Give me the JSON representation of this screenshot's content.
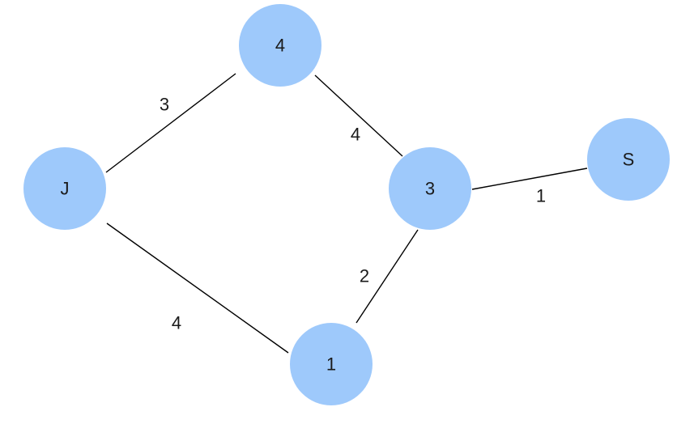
{
  "colors": {
    "node_fill": "#9ec9fb",
    "edge": "#000000",
    "text": "#1a1a1a"
  },
  "nodes": [
    {
      "id": "n4",
      "label": "4"
    },
    {
      "id": "nJ",
      "label": "J"
    },
    {
      "id": "n3",
      "label": "3"
    },
    {
      "id": "nS",
      "label": "S"
    },
    {
      "id": "n1",
      "label": "1"
    }
  ],
  "edges": [
    {
      "from": "nJ",
      "to": "n4",
      "weight": "3"
    },
    {
      "from": "n4",
      "to": "n3",
      "weight": "4"
    },
    {
      "from": "n3",
      "to": "nS",
      "weight": "1"
    },
    {
      "from": "nJ",
      "to": "n1",
      "weight": "4"
    },
    {
      "from": "n1",
      "to": "n3",
      "weight": "2"
    }
  ]
}
